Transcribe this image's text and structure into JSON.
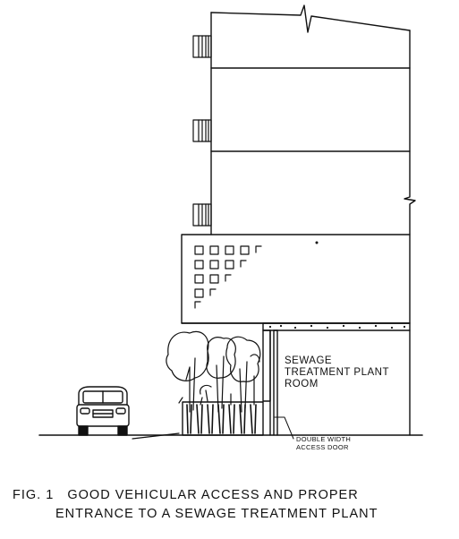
{
  "labels": {
    "room_line1": "SEWAGE",
    "room_line2": "TREATMENT PLANT",
    "room_line3": "ROOM",
    "door_line1": "DOUBLE WIDTH",
    "door_line2": "ACCESS DOOR"
  },
  "caption": {
    "line1": "FIG. 1   GOOD VEHICULAR ACCESS AND PROPER",
    "line2": "ENTRANCE TO A SEWAGE TREATMENT PLANT"
  },
  "icons": [
    "van-icon",
    "tree-icon",
    "window-grid-icon",
    "balcony-icon",
    "break-line-icon"
  ],
  "colors": {
    "ink": "#111111",
    "paper": "#ffffff"
  }
}
